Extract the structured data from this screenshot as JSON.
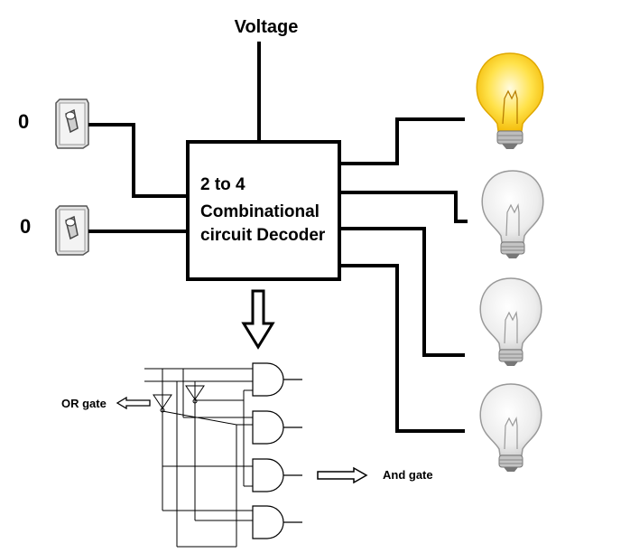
{
  "voltage_label": "Voltage",
  "switches": [
    {
      "value": "0",
      "icon": "toggle-switch-icon"
    },
    {
      "value": "0",
      "icon": "toggle-switch-icon"
    }
  ],
  "decoder": {
    "line1": "2 to 4",
    "line2": "Combinational",
    "line3": "circuit Decoder"
  },
  "bulbs": [
    {
      "state": "on",
      "icon": "lightbulb-icon"
    },
    {
      "state": "off",
      "icon": "lightbulb-icon"
    },
    {
      "state": "off",
      "icon": "lightbulb-icon"
    },
    {
      "state": "off",
      "icon": "lightbulb-icon"
    }
  ],
  "or_gate_label": "OR gate",
  "and_gate_label": "And gate",
  "colors": {
    "line": "#000000",
    "bulb_on": "#f7d21b",
    "bulb_off": "#eeeeee",
    "switch": "#d9d9d9"
  }
}
